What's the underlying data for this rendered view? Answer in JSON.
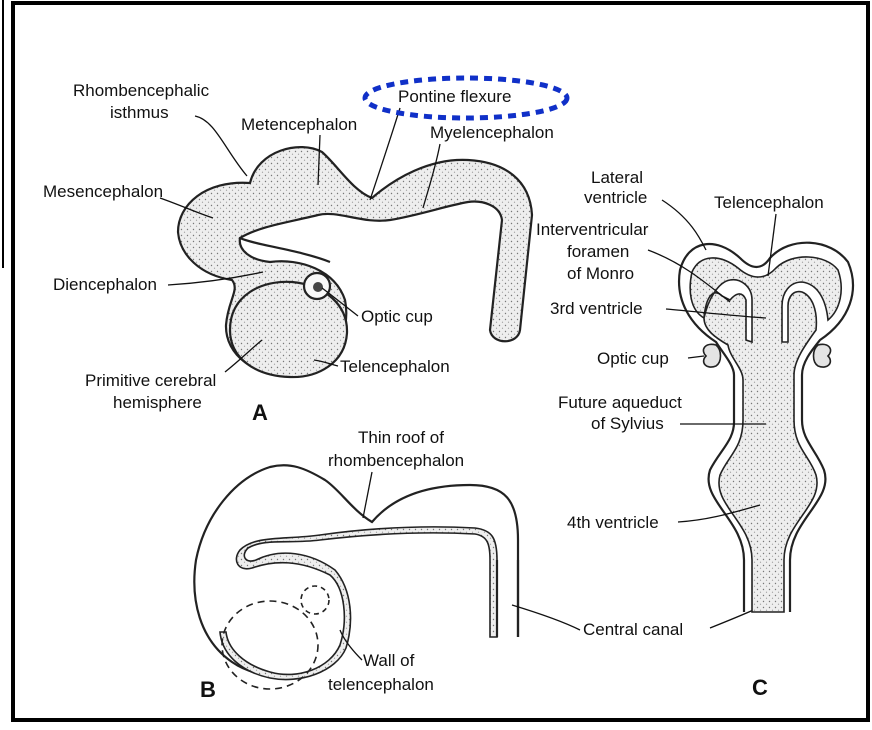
{
  "panel_a": {
    "letter": "A",
    "labels": {
      "rhomb_isthmus_1": "Rhombencephalic",
      "rhomb_isthmus_2": "isthmus",
      "metencephalon": "Metencephalon",
      "pontine_flexure": "Pontine flexure",
      "myelencephalon": "Myelencephalon",
      "mesencephalon": "Mesencephalon",
      "diencephalon": "Diencephalon",
      "optic_cup": "Optic cup",
      "primitive_1": "Primitive cerebral",
      "primitive_2": "hemisphere",
      "telencephalon": "Telencephalon"
    }
  },
  "panel_b": {
    "letter": "B",
    "labels": {
      "thin_roof_1": "Thin roof of",
      "thin_roof_2": "rhombencephalon",
      "central_canal": "Central canal",
      "wall_1": "Wall of",
      "wall_2": "telencephalon"
    }
  },
  "panel_c": {
    "letter": "C",
    "labels": {
      "lateral_1": "Lateral",
      "lateral_2": "ventricle",
      "telencephalon": "Telencephalon",
      "interv_1": "Interventricular",
      "interv_2": "foramen",
      "interv_3": "of Monro",
      "third_ventricle": "3rd ventricle",
      "optic_cup": "Optic cup",
      "aqueduct_1": "Future aqueduct",
      "aqueduct_2": "of Sylvius",
      "fourth_ventricle": "4th ventricle"
    }
  },
  "highlight": {
    "color": "#1030c8",
    "target": "Pontine flexure"
  }
}
